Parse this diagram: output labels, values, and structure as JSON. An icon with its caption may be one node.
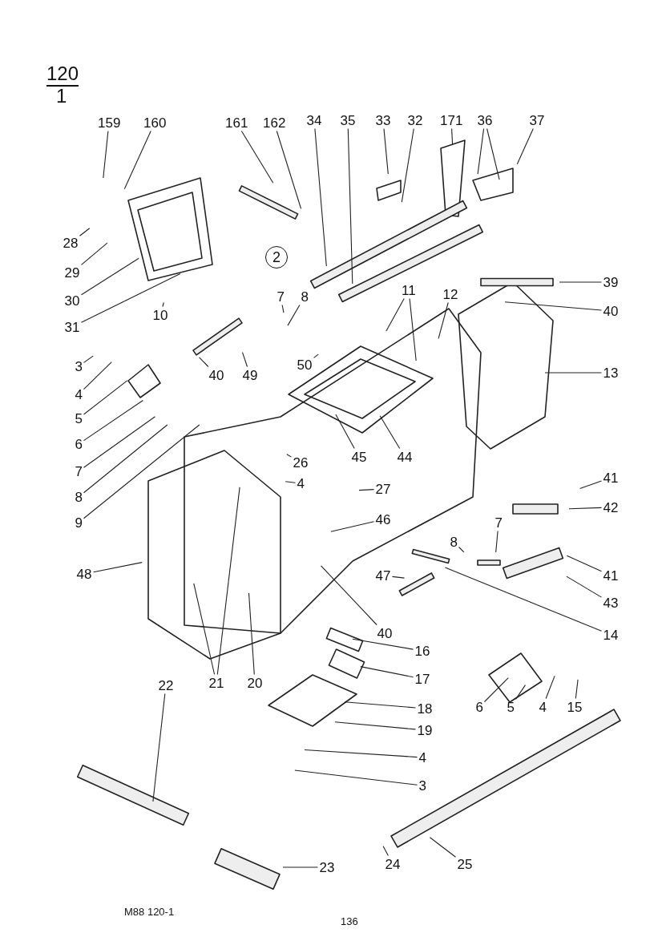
{
  "diagram": {
    "nodes": [
      {
        "text": [
          "159"
        ]
      },
      {
        "text": [
          "160"
        ]
      },
      {
        "text": [
          "161"
        ]
      },
      {
        "text": [
          "162"
        ]
      },
      {
        "text": [
          "34"
        ]
      },
      {
        "text": [
          "35"
        ]
      },
      {
        "text": [
          "33"
        ]
      },
      {
        "text": [
          "32"
        ]
      },
      {
        "text": [
          "171"
        ]
      },
      {
        "text": [
          "36"
        ]
      },
      {
        "text": [
          "37"
        ]
      },
      {
        "text": [
          "28"
        ]
      },
      {
        "text": [
          "29"
        ]
      },
      {
        "text": [
          "30"
        ]
      },
      {
        "text": [
          "31"
        ]
      },
      {
        "text": [
          "7"
        ]
      },
      {
        "text": [
          "8"
        ]
      },
      {
        "text": [
          "39"
        ]
      },
      {
        "text": [
          "40"
        ]
      },
      {
        "text": [
          "11"
        ]
      },
      {
        "text": [
          "12"
        ]
      },
      {
        "text": [
          "13"
        ]
      },
      {
        "text": [
          "10"
        ]
      },
      {
        "text": [
          "3"
        ]
      },
      {
        "text": [
          "4"
        ]
      },
      {
        "text": [
          "40"
        ]
      },
      {
        "text": [
          "49"
        ]
      },
      {
        "text": [
          "50"
        ]
      },
      {
        "text": [
          "5"
        ]
      },
      {
        "text": [
          "6"
        ]
      },
      {
        "text": [
          "7"
        ]
      },
      {
        "text": [
          "8"
        ]
      },
      {
        "text": [
          "9"
        ]
      },
      {
        "text": [
          "26"
        ]
      },
      {
        "text": [
          "45"
        ]
      },
      {
        "text": [
          "44"
        ]
      },
      {
        "text": [
          "4"
        ]
      },
      {
        "text": [
          "27"
        ]
      },
      {
        "text": [
          "41"
        ]
      },
      {
        "text": [
          "42"
        ]
      },
      {
        "text": [
          "46"
        ]
      },
      {
        "text": [
          "8"
        ]
      },
      {
        "text": [
          "7"
        ]
      },
      {
        "text": [
          "48"
        ]
      },
      {
        "text": [
          "47"
        ]
      },
      {
        "text": [
          "41"
        ]
      },
      {
        "text": [
          "43"
        ]
      },
      {
        "text": [
          "40"
        ]
      },
      {
        "text": [
          "14"
        ]
      },
      {
        "text": [
          "16"
        ]
      },
      {
        "text": [
          "17"
        ]
      },
      {
        "text": [
          "21"
        ]
      },
      {
        "text": [
          "20"
        ]
      },
      {
        "text": [
          "22"
        ]
      },
      {
        "text": [
          "6"
        ]
      },
      {
        "text": [
          "5"
        ]
      },
      {
        "text": [
          "4"
        ]
      },
      {
        "text": [
          "15"
        ]
      },
      {
        "text": [
          "18"
        ]
      },
      {
        "text": [
          "19"
        ]
      },
      {
        "text": [
          "4"
        ]
      },
      {
        "text": [
          "3"
        ]
      },
      {
        "text": [
          "23"
        ]
      },
      {
        "text": [
          "24"
        ]
      },
      {
        "text": [
          "25"
        ]
      }
    ],
    "edges": [
      {
        "from": 0,
        "to": null,
        "arrow": "none"
      },
      {
        "from": 1,
        "to": null,
        "arrow": "none"
      },
      {
        "from": 2,
        "to": null,
        "arrow": "none"
      },
      {
        "from": 3,
        "to": null,
        "arrow": "none"
      },
      {
        "from": 4,
        "to": null,
        "arrow": "none"
      },
      {
        "from": 5,
        "to": null,
        "arrow": "none"
      },
      {
        "from": 6,
        "to": null,
        "arrow": "none"
      },
      {
        "from": 7,
        "to": null,
        "arrow": "none"
      },
      {
        "from": 8,
        "to": null,
        "arrow": "none"
      },
      {
        "from": 9,
        "to": null,
        "arrow": "none"
      },
      {
        "from": 9,
        "to": null,
        "arrow": "none"
      },
      {
        "from": 10,
        "to": null,
        "arrow": "none"
      },
      {
        "from": 11,
        "to": null,
        "arrow": "none"
      },
      {
        "from": 12,
        "to": null,
        "arrow": "none"
      },
      {
        "from": 13,
        "to": null,
        "arrow": "none"
      },
      {
        "from": 14,
        "to": null,
        "arrow": "none"
      },
      {
        "from": 15,
        "to": null,
        "arrow": "none"
      },
      {
        "from": 16,
        "to": null,
        "arrow": "none"
      },
      {
        "from": 17,
        "to": null,
        "arrow": "none"
      },
      {
        "from": 18,
        "to": null,
        "arrow": "none"
      },
      {
        "from": 19,
        "to": null,
        "arrow": "none"
      },
      {
        "from": 19,
        "to": null,
        "arrow": "none"
      },
      {
        "from": 20,
        "to": null,
        "arrow": "none"
      },
      {
        "from": 21,
        "to": null,
        "arrow": "none"
      },
      {
        "from": 22,
        "to": null,
        "arrow": "none"
      },
      {
        "from": 23,
        "to": null,
        "arrow": "none"
      },
      {
        "from": 24,
        "to": null,
        "arrow": "none"
      },
      {
        "from": 25,
        "to": null,
        "arrow": "none"
      },
      {
        "from": 26,
        "to": null,
        "arrow": "none"
      },
      {
        "from": 27,
        "to": null,
        "arrow": "none"
      },
      {
        "from": 28,
        "to": null,
        "arrow": "none"
      },
      {
        "from": 29,
        "to": null,
        "arrow": "none"
      },
      {
        "from": 30,
        "to": null,
        "arrow": "none"
      },
      {
        "from": 31,
        "to": null,
        "arrow": "none"
      },
      {
        "from": 32,
        "to": null,
        "arrow": "none"
      },
      {
        "from": 33,
        "to": null,
        "arrow": "none"
      },
      {
        "from": 34,
        "to": null,
        "arrow": "none"
      },
      {
        "from": 35,
        "to": null,
        "arrow": "none"
      },
      {
        "from": 36,
        "to": null,
        "arrow": "none"
      },
      {
        "from": 37,
        "to": null,
        "arrow": "none"
      },
      {
        "from": 38,
        "to": null,
        "arrow": "none"
      },
      {
        "from": 39,
        "to": null,
        "arrow": "none"
      },
      {
        "from": 40,
        "to": null,
        "arrow": "none"
      },
      {
        "from": 41,
        "to": null,
        "arrow": "none"
      },
      {
        "from": 42,
        "to": null,
        "arrow": "none"
      },
      {
        "from": 43,
        "to": null,
        "arrow": "none"
      },
      {
        "from": 44,
        "to": null,
        "arrow": "none"
      },
      {
        "from": 45,
        "to": null,
        "arrow": "none"
      },
      {
        "from": 46,
        "to": null,
        "arrow": "none"
      },
      {
        "from": 47,
        "to": null,
        "arrow": "none"
      },
      {
        "from": 48,
        "to": null,
        "arrow": "none"
      },
      {
        "from": 49,
        "to": null,
        "arrow": "none"
      },
      {
        "from": 50,
        "to": null,
        "arrow": "none"
      },
      {
        "from": 51,
        "to": null,
        "arrow": "none"
      },
      {
        "from": 51,
        "to": null,
        "arrow": "none"
      },
      {
        "from": 52,
        "to": null,
        "arrow": "none"
      },
      {
        "from": 53,
        "to": null,
        "arrow": "none"
      },
      {
        "from": 54,
        "to": null,
        "arrow": "none"
      },
      {
        "from": 55,
        "to": null,
        "arrow": "none"
      },
      {
        "from": 56,
        "to": null,
        "arrow": "none"
      },
      {
        "from": 57,
        "to": null,
        "arrow": "none"
      },
      {
        "from": 58,
        "to": null,
        "arrow": "none"
      },
      {
        "from": 59,
        "to": null,
        "arrow": "none"
      },
      {
        "from": 60,
        "to": null,
        "arrow": "none"
      },
      {
        "from": 61,
        "to": null,
        "arrow": "none"
      },
      {
        "from": 62,
        "to": null,
        "arrow": "none"
      },
      {
        "from": 63,
        "to": null,
        "arrow": "none"
      },
      {
        "from": 64,
        "to": null,
        "arrow": "none"
      }
    ],
    "labels": [
      "120",
      "1",
      "2",
      "M88  120-1",
      "136"
    ]
  }
}
